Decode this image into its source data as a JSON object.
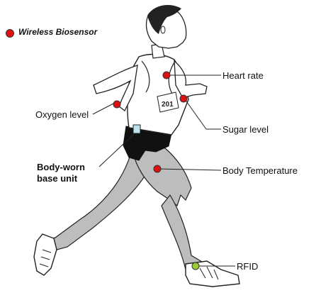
{
  "legend": {
    "text": "Wireless Biosensor",
    "dot_color": "#dd1111"
  },
  "labels": {
    "heart_rate": "Heart rate",
    "oxygen_level": "Oxygen level",
    "sugar_level": "Sugar level",
    "base_unit_line1": "Body-worn",
    "base_unit_line2": "base unit",
    "body_temperature": "Body Temperature",
    "rfid": "RFID"
  },
  "colors": {
    "sensor": "#dd1111",
    "rfid": "#99cc33",
    "base_unit": "#bfe3ee",
    "skin": "#ffffff",
    "shorts": "#111111",
    "leg": "#bdbdbd",
    "outline": "#222222"
  }
}
